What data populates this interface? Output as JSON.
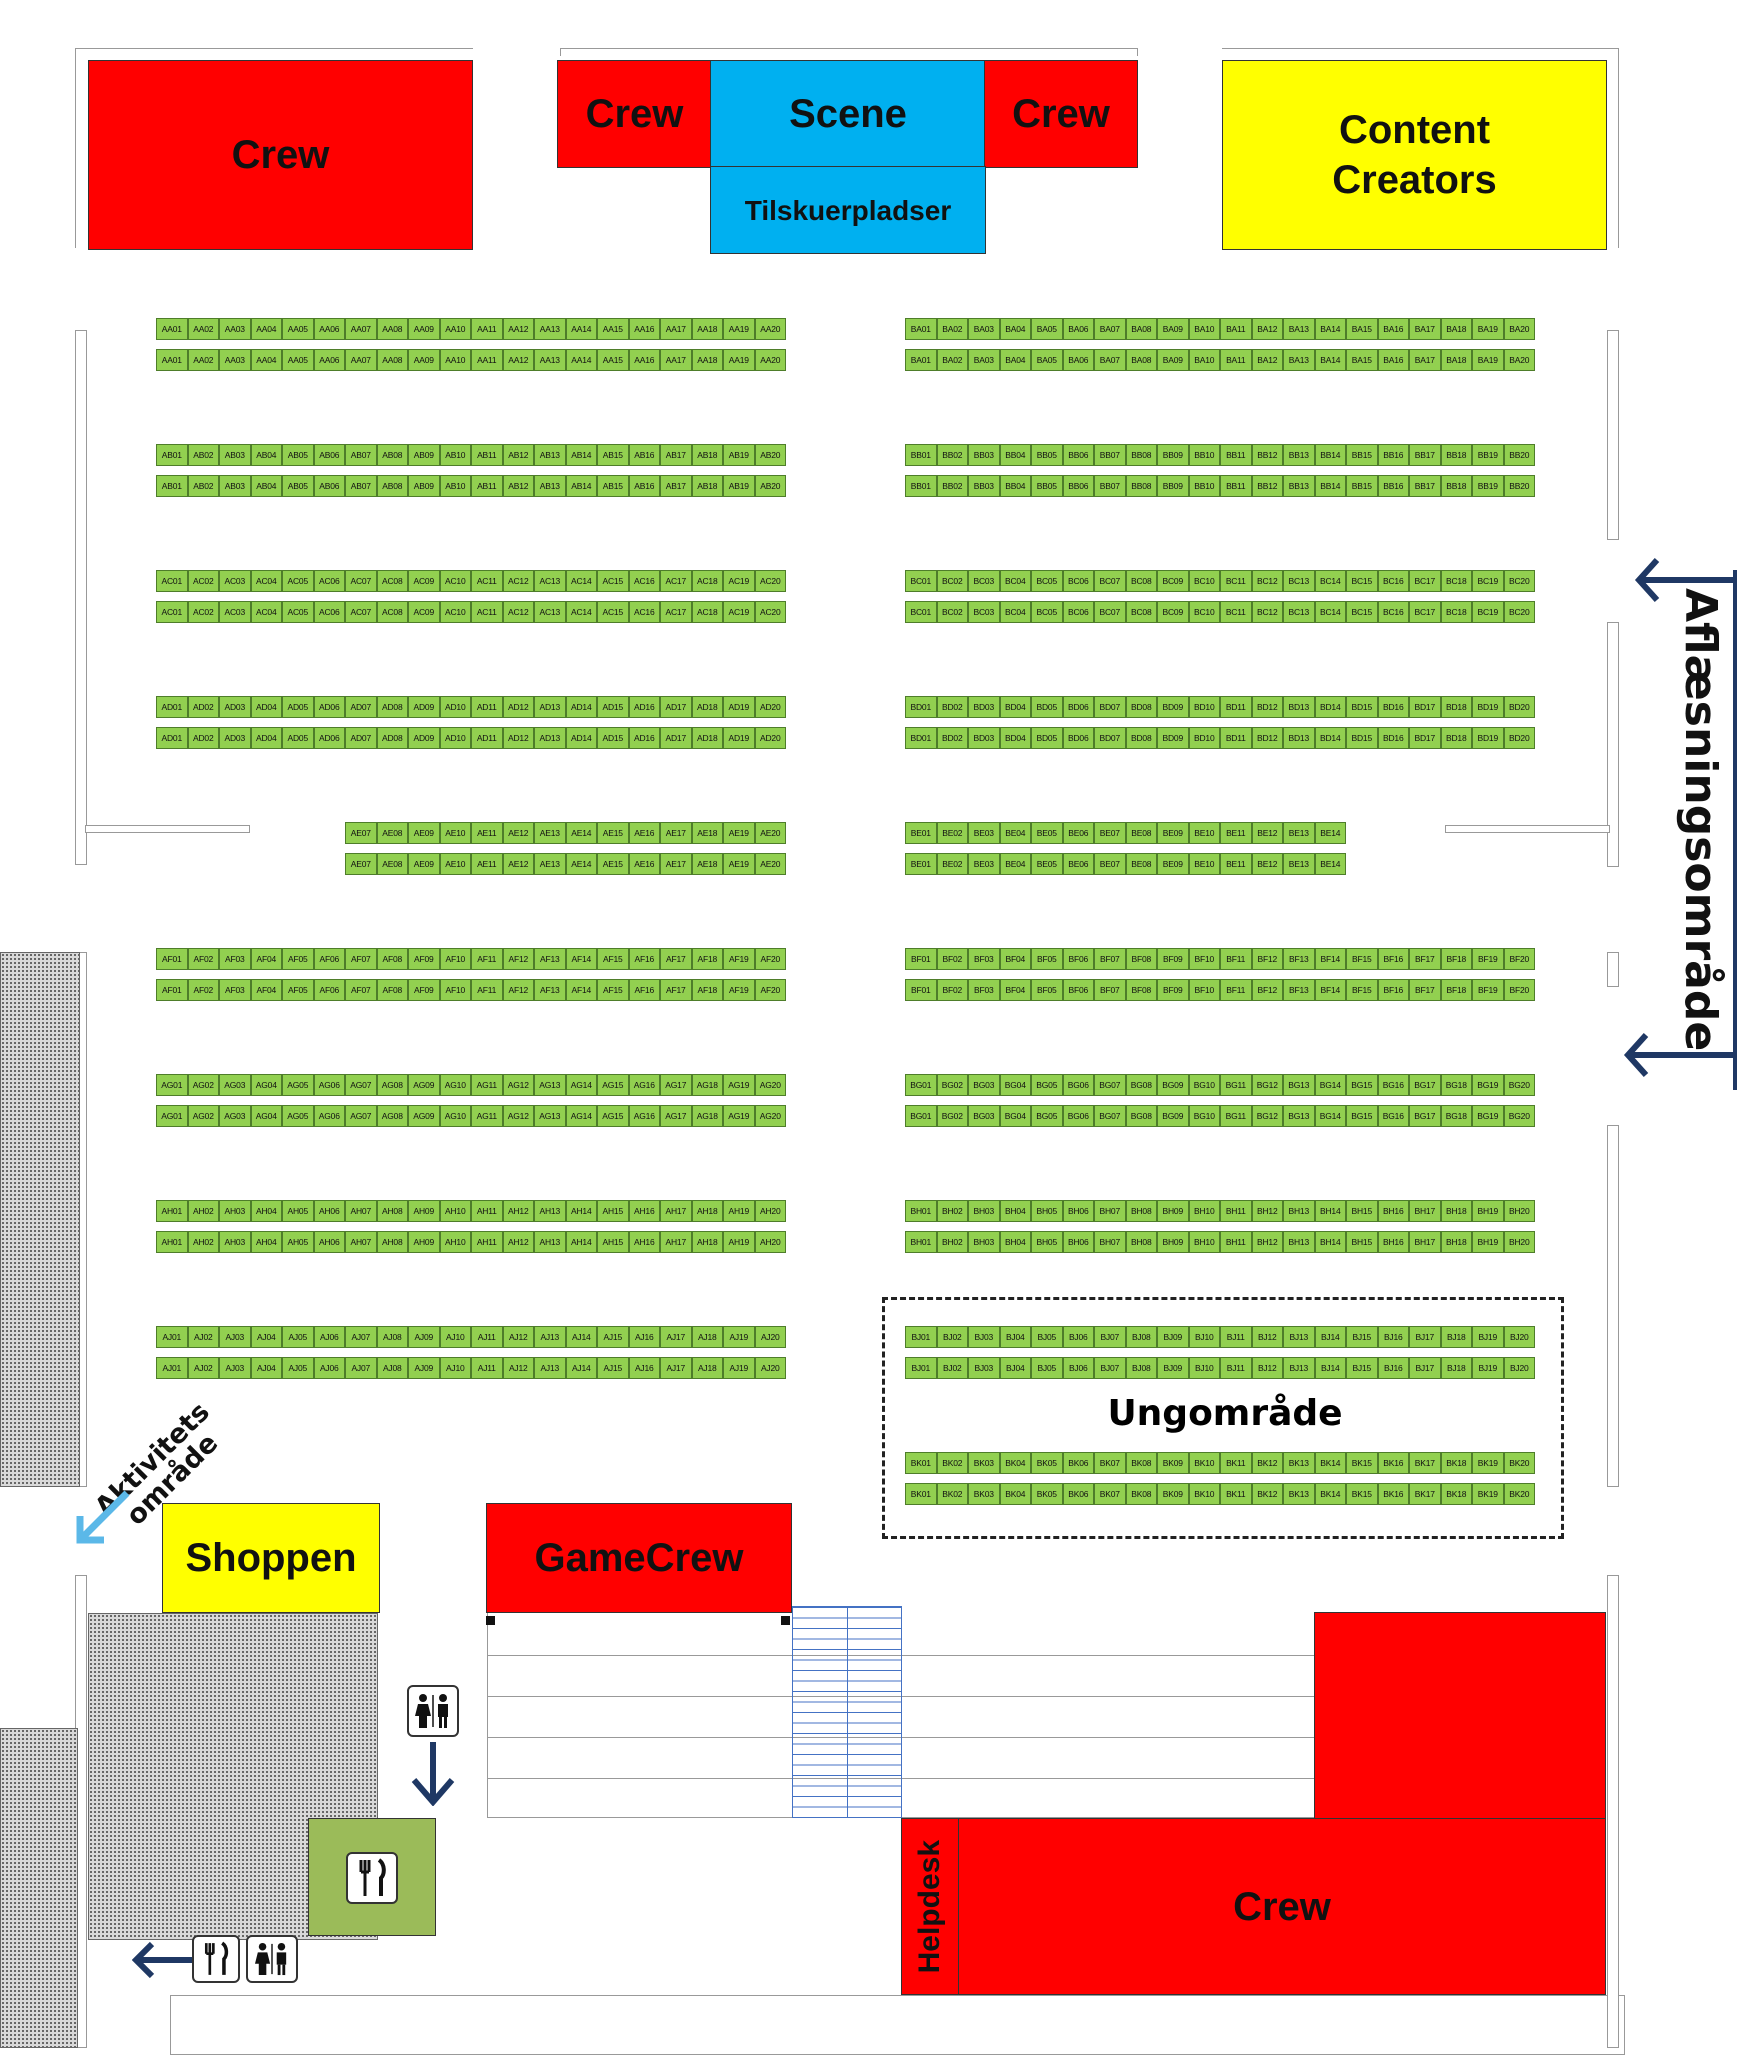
{
  "zones": {
    "crew_top_left": "Crew",
    "crew_top_mid_left": "Crew",
    "scene": "Scene",
    "crew_top_mid_right": "Crew",
    "tilskuer": "Tilskuerpladser",
    "content_creators": "Content Creators",
    "shoppen": "Shoppen",
    "gamecrew": "GameCrew",
    "helpdesk": "Helpdesk",
    "crew_bottom": "Crew",
    "ungomraade": "Ungområde",
    "aflaesning": "Aflæsningsområde",
    "aktivitets": "Aktivitets område"
  },
  "colors": {
    "crew": "#ff0000",
    "scene": "#00b0f0",
    "content": "#ffff00",
    "seat": "#92d050",
    "seat_border": "#4e7d2a",
    "arrow_dark": "#1f3864",
    "arrow_light": "#5bb8e8",
    "cafe": "#9bbb59"
  },
  "icons": [
    "toilet-icon",
    "fork-knife-icon",
    "arrow-down-icon",
    "arrow-left-icon"
  ],
  "seat_blocks": [
    {
      "prefix": "AA",
      "from": 1,
      "to": 20,
      "side": "left",
      "row": 0
    },
    {
      "prefix": "AB",
      "from": 1,
      "to": 20,
      "side": "left",
      "row": 1
    },
    {
      "prefix": "AC",
      "from": 1,
      "to": 20,
      "side": "left",
      "row": 2
    },
    {
      "prefix": "AD",
      "from": 1,
      "to": 20,
      "side": "left",
      "row": 3
    },
    {
      "prefix": "AE",
      "from": 7,
      "to": 20,
      "side": "left",
      "row": 4
    },
    {
      "prefix": "AF",
      "from": 1,
      "to": 20,
      "side": "left",
      "row": 5
    },
    {
      "prefix": "AG",
      "from": 1,
      "to": 20,
      "side": "left",
      "row": 6
    },
    {
      "prefix": "AH",
      "from": 1,
      "to": 20,
      "side": "left",
      "row": 7
    },
    {
      "prefix": "AJ",
      "from": 1,
      "to": 20,
      "side": "left",
      "row": 8
    },
    {
      "prefix": "BA",
      "from": 1,
      "to": 20,
      "side": "right",
      "row": 0
    },
    {
      "prefix": "BB",
      "from": 1,
      "to": 20,
      "side": "right",
      "row": 1
    },
    {
      "prefix": "BC",
      "from": 1,
      "to": 20,
      "side": "right",
      "row": 2
    },
    {
      "prefix": "BD",
      "from": 1,
      "to": 20,
      "side": "right",
      "row": 3
    },
    {
      "prefix": "BE",
      "from": 1,
      "to": 14,
      "side": "right",
      "row": 4
    },
    {
      "prefix": "BF",
      "from": 1,
      "to": 20,
      "side": "right",
      "row": 5
    },
    {
      "prefix": "BG",
      "from": 1,
      "to": 20,
      "side": "right",
      "row": 6
    },
    {
      "prefix": "BH",
      "from": 1,
      "to": 20,
      "side": "right",
      "row": 7
    },
    {
      "prefix": "BJ",
      "from": 1,
      "to": 20,
      "side": "right",
      "row": 8
    },
    {
      "prefix": "BK",
      "from": 1,
      "to": 20,
      "side": "right",
      "row": 9
    }
  ]
}
